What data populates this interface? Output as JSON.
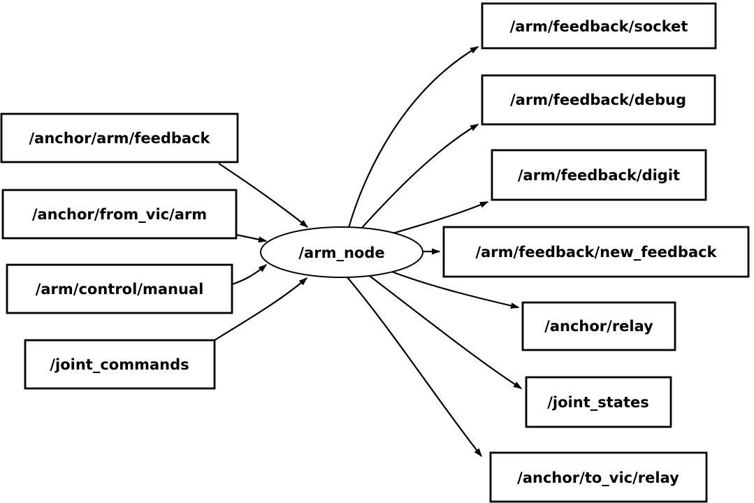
{
  "diagram": {
    "type": "node-graph",
    "background_color": "#ffffff",
    "stroke_color": "#000000",
    "text_color": "#000000",
    "node": {
      "label": "/arm_node",
      "shape": "ellipse"
    },
    "inputs": [
      {
        "label": "/anchor/arm/feedback"
      },
      {
        "label": "/anchor/from_vic/arm"
      },
      {
        "label": "/arm/control/manual"
      },
      {
        "label": "/joint_commands"
      }
    ],
    "outputs": [
      {
        "label": "/arm/feedback/socket"
      },
      {
        "label": "/arm/feedback/debug"
      },
      {
        "label": "/arm/feedback/digit"
      },
      {
        "label": "/arm/feedback/new_feedback"
      },
      {
        "label": "/anchor/relay"
      },
      {
        "label": "/joint_states"
      },
      {
        "label": "/anchor/to_vic/relay"
      }
    ],
    "edges": [
      {
        "from": "/anchor/arm/feedback",
        "to": "/arm_node"
      },
      {
        "from": "/anchor/from_vic/arm",
        "to": "/arm_node"
      },
      {
        "from": "/arm/control/manual",
        "to": "/arm_node"
      },
      {
        "from": "/joint_commands",
        "to": "/arm_node"
      },
      {
        "from": "/arm_node",
        "to": "/arm/feedback/socket"
      },
      {
        "from": "/arm_node",
        "to": "/arm/feedback/debug"
      },
      {
        "from": "/arm_node",
        "to": "/arm/feedback/digit"
      },
      {
        "from": "/arm_node",
        "to": "/arm/feedback/new_feedback"
      },
      {
        "from": "/arm_node",
        "to": "/anchor/relay"
      },
      {
        "from": "/arm_node",
        "to": "/joint_states"
      },
      {
        "from": "/arm_node",
        "to": "/anchor/to_vic/relay"
      }
    ]
  }
}
